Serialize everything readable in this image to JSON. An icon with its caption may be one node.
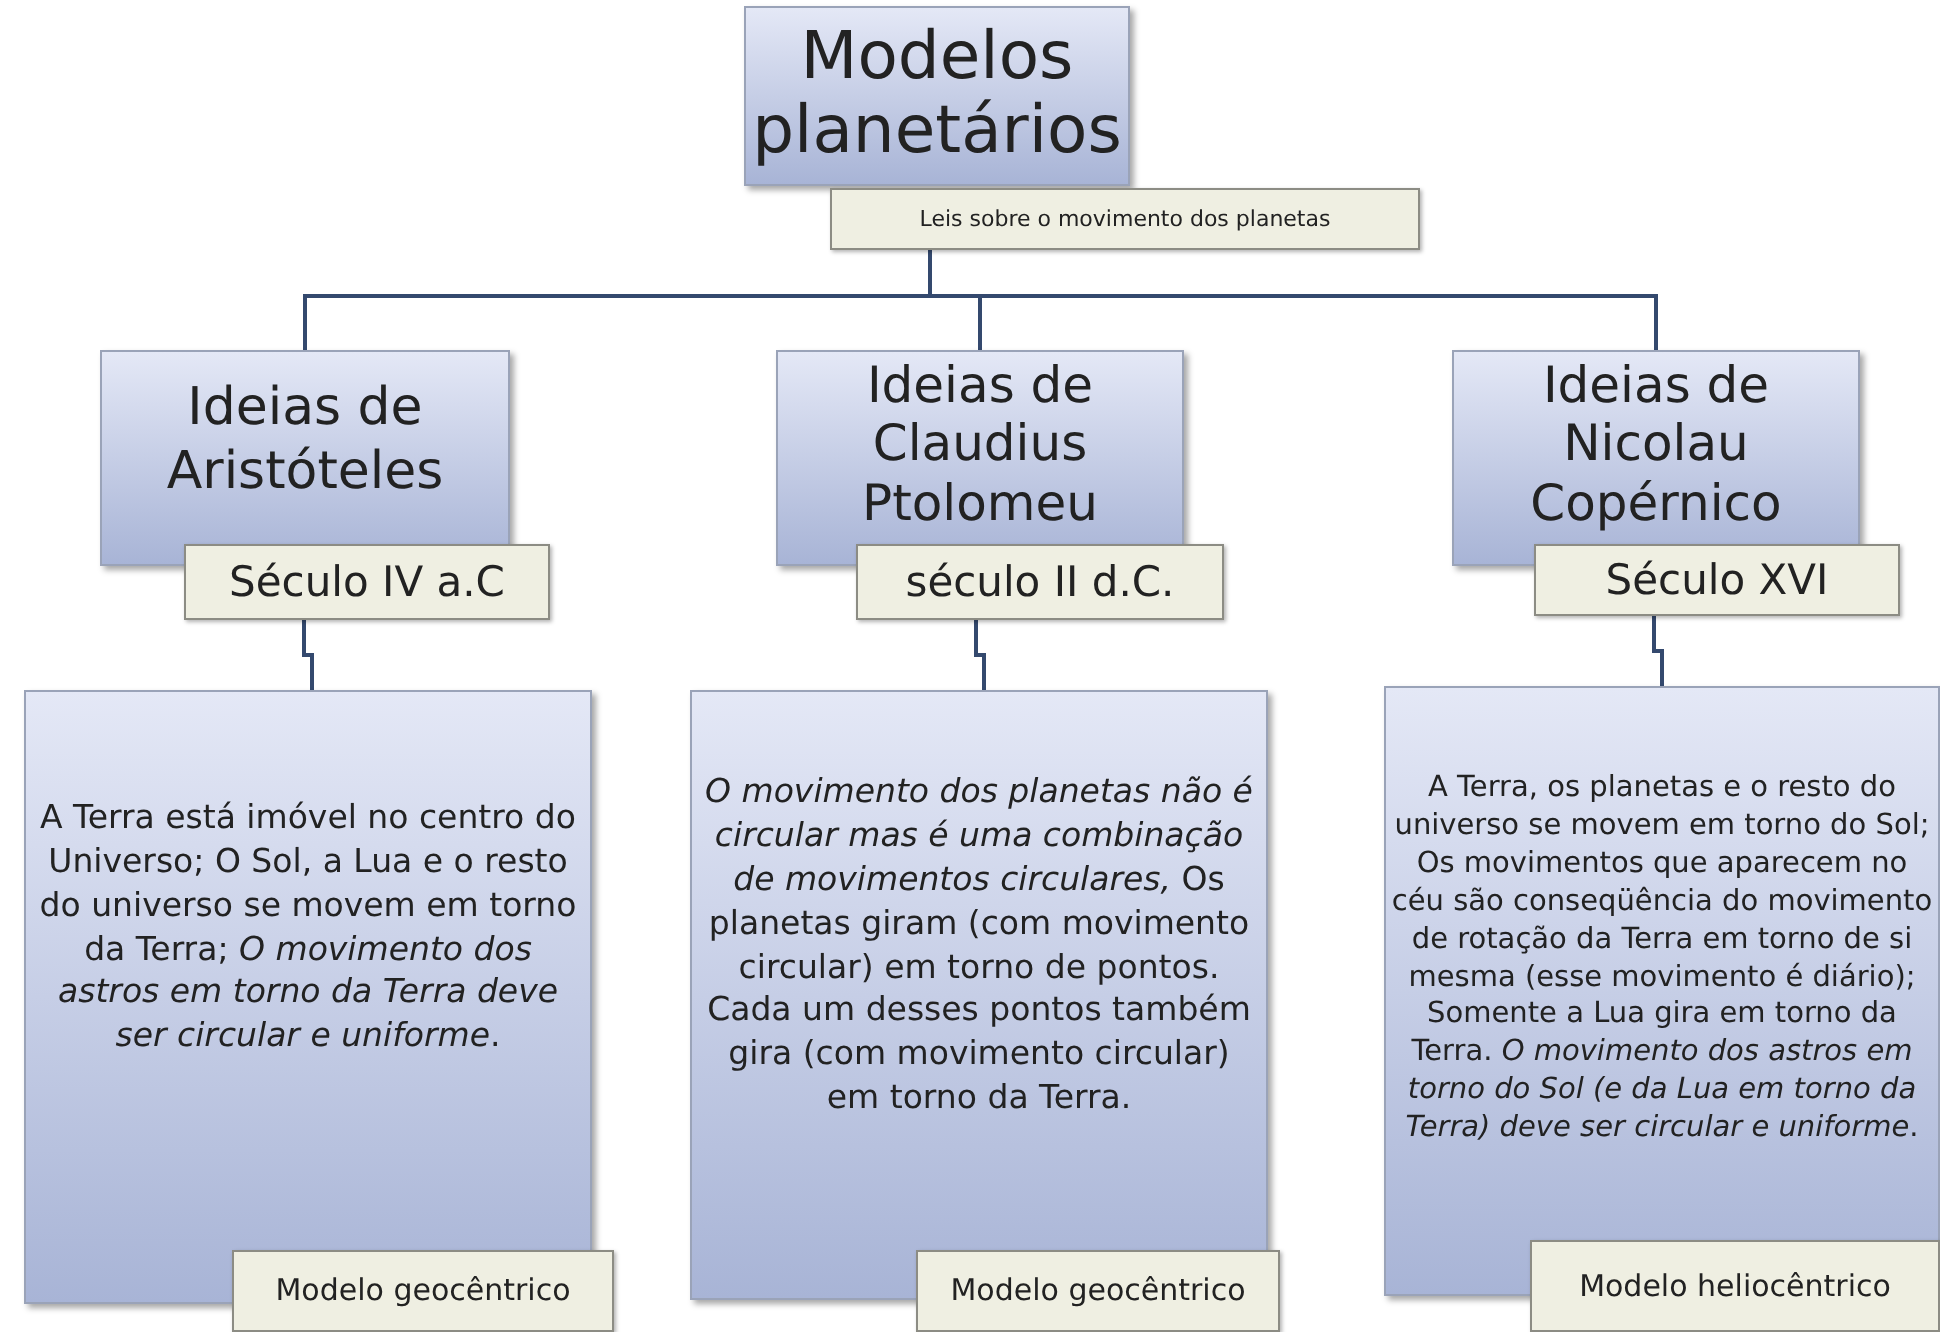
{
  "diagram": {
    "nodes": [
      {
        "text": [
          "Modelos planetários"
        ]
      },
      {
        "text": [
          "Leis sobre o movimento dos planetas"
        ]
      },
      {
        "text": [
          "Ideias de Aristóteles"
        ]
      },
      {
        "text": [
          "Século IV a.C"
        ]
      },
      {
        "text": [
          "Ideias de Claudius Ptolomeu"
        ]
      },
      {
        "text": [
          "século II d.C."
        ]
      },
      {
        "text": [
          "Ideias de Nicolau Copérnico"
        ]
      },
      {
        "text": [
          "Século XVI"
        ]
      },
      {
        "text": [
          "A Terra está imóvel no centro do Universo; O Sol, a Lua e o resto do universo se movem em torno da Terra; *O movimento dos astros em torno da Terra deve ser circular e uniforme*."
        ]
      },
      {
        "text": [
          "Modelo geocêntrico"
        ]
      },
      {
        "text": [
          "*O movimento dos planetas não é circular mas é uma combinação de movimentos circulares,* Os planetas giram (com movimento circular) em torno de pontos. Cada um desses pontos também gira (com movimento circular) em torno da Terra."
        ]
      },
      {
        "text": [
          "Modelo geocêntrico"
        ]
      },
      {
        "text": [
          "A Terra, os planetas e o resto do universo se movem em torno do Sol; Os movimentos que aparecem no céu são conseqüência do movimento de rotação da Terra em torno de si mesma (esse movimento é diário); Somente a Lua gira em torno da Terra. *O movimento dos astros em torno do Sol (e da Lua em torno da Terra) deve ser circular e uniforme*."
        ]
      },
      {
        "text": [
          "Modelo heliocêntrico"
        ]
      }
    ],
    "edges": [
      {
        "from": 1,
        "to": 2,
        "arrow": "none"
      },
      {
        "from": 1,
        "to": 4,
        "arrow": "none"
      },
      {
        "from": 1,
        "to": 6,
        "arrow": "none"
      },
      {
        "from": 3,
        "to": 8,
        "arrow": "none"
      },
      {
        "from": 5,
        "to": 10,
        "arrow": "none"
      },
      {
        "from": 7,
        "to": 12,
        "arrow": "none"
      }
    ]
  }
}
